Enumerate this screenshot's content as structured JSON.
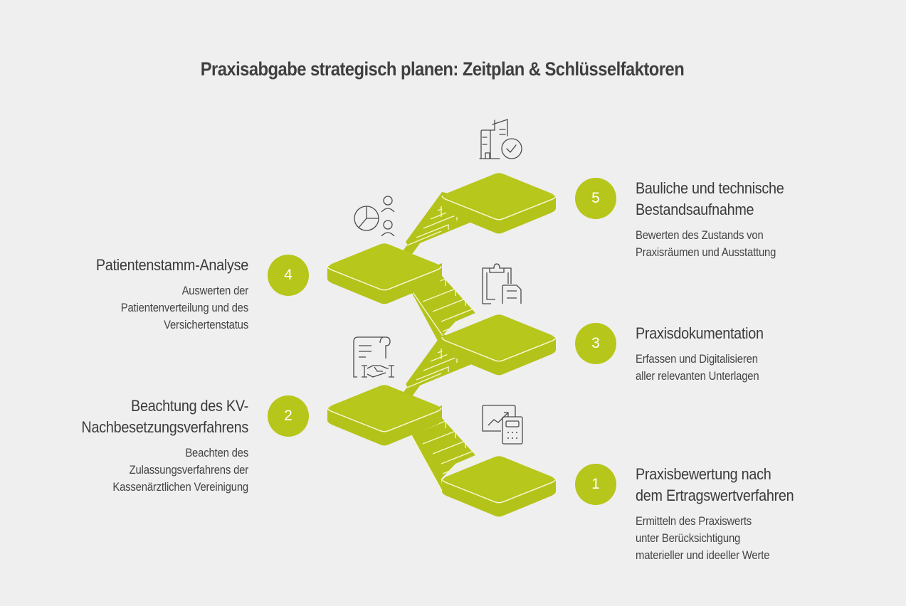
{
  "title": "Praxisabgabe strategisch planen: Zeitplan & Schlüsselfaktoren",
  "colors": {
    "background": "#efefef",
    "accent": "#b6c61a",
    "accent_side": "#b3c31a",
    "edge_highlight": "#f4f7c8",
    "text": "#3d3d3d",
    "icon_stroke": "#4a4a4a"
  },
  "steps": [
    {
      "number": "1",
      "title_lines": [
        "Praxisbewertung nach",
        "dem Ertragswertverfahren"
      ],
      "description_lines": [
        "Ermitteln des Praxiswerts",
        "unter Berücksichtigung",
        "materieller und ideeller Werte"
      ],
      "icon": "chart-calculator-icon",
      "side": "right"
    },
    {
      "number": "2",
      "title_lines": [
        "Beachtung des KV-",
        "Nachbesetzungsverfahrens"
      ],
      "description_lines": [
        "Beachten des",
        "Zulassungsverfahrens der",
        "Kassenärztlichen Vereinigung"
      ],
      "icon": "contract-handshake-icon",
      "side": "left"
    },
    {
      "number": "3",
      "title_lines": [
        "Praxisdokumentation"
      ],
      "description_lines": [
        "Erfassen und Digitalisieren",
        "aller relevanten Unterlagen"
      ],
      "icon": "clipboard-document-icon",
      "side": "right"
    },
    {
      "number": "4",
      "title_lines": [
        "Patientenstamm-Analyse"
      ],
      "description_lines": [
        "Auswerten der",
        "Patientenverteilung und des",
        "Versichertenstatus"
      ],
      "icon": "pie-chart-people-icon",
      "side": "left"
    },
    {
      "number": "5",
      "title_lines": [
        "Bauliche und technische",
        "Bestandsaufnahme"
      ],
      "description_lines": [
        "Bewerten des Zustands von",
        "Praxisräumen und Ausstattung"
      ],
      "icon": "building-check-icon",
      "side": "right"
    }
  ]
}
